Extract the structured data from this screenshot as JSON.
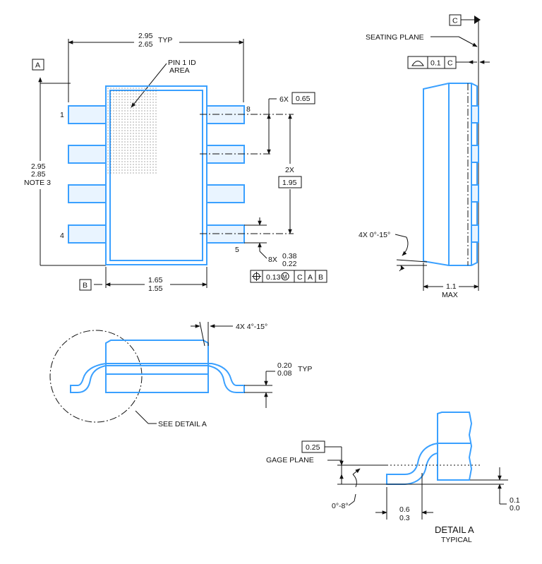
{
  "top_view": {
    "width_max": "2.95",
    "width_min": "2.65",
    "width_suffix": "TYP",
    "pin1_label_line1": "PIN 1 ID",
    "pin1_label_line2": "AREA",
    "datum_a": "A",
    "datum_b": "B",
    "height_max": "2.95",
    "height_min": "2.85",
    "height_note": "NOTE 3",
    "pin_numbers": [
      "1",
      "4",
      "8",
      "5"
    ],
    "pitch_count": "6X",
    "pitch_value": "0.65",
    "span_count": "2X",
    "span_value": "1.95",
    "lead_width_count": "8X",
    "lead_width_max": "0.38",
    "lead_width_min": "0.22",
    "position_tol": "0.13",
    "ref_c": "C",
    "ref_a": "A",
    "ref_b": "B",
    "body_width_max": "1.65",
    "body_width_min": "1.55"
  },
  "side_view": {
    "datum_c": "C",
    "seating_plane": "SEATING PLANE",
    "flatness_value": "0.1",
    "flatness_ref": "C",
    "angle_label": "4X 0°-15°",
    "height_value": "1.1",
    "height_suffix": "MAX"
  },
  "front_view": {
    "angle_label": "4X 4°-15°",
    "thickness_max": "0.20",
    "thickness_min": "0.08",
    "thickness_suffix": "TYP",
    "see_detail": "SEE DETAIL A"
  },
  "detail_a": {
    "gage_value": "0.25",
    "gage_label": "GAGE PLANE",
    "angle_label": "0°-8°",
    "foot_max": "0.6",
    "foot_min": "0.3",
    "standoff_max": "0.1",
    "standoff_min": "0.0",
    "title": "DETAIL A",
    "subtitle": "TYPICAL"
  }
}
